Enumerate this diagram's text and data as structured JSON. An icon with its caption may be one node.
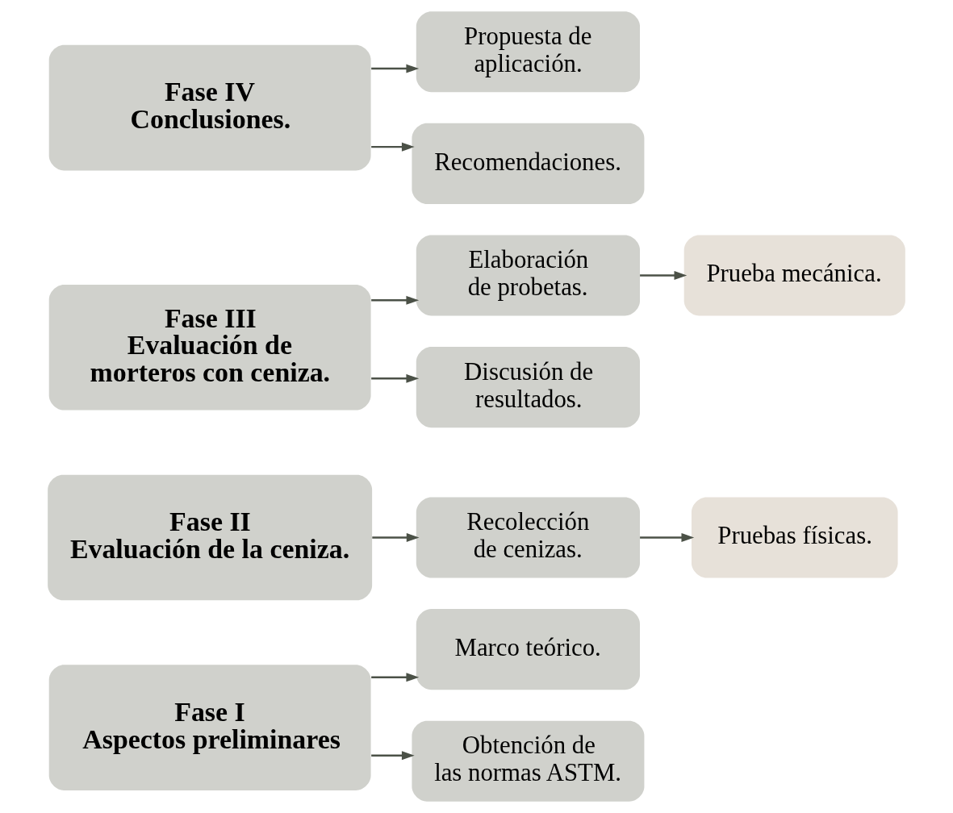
{
  "diagram": {
    "nodes": [
      {
        "text": [
          "Fase I",
          "Aspectos preliminares"
        ]
      },
      {
        "text": [
          "Marco teórico."
        ]
      },
      {
        "text": [
          "Obtención de las normas ASTM."
        ]
      },
      {
        "text": [
          "Fase II",
          "Evaluación de la ceniza."
        ]
      },
      {
        "text": [
          "Recolección de cenizas."
        ]
      },
      {
        "text": [
          "Pruebas físicas."
        ]
      },
      {
        "text": [
          "Fase III",
          "Evaluación de morteros con ceniza."
        ]
      },
      {
        "text": [
          "Elaboración de probetas."
        ]
      },
      {
        "text": [
          "Prueba mecánica."
        ]
      },
      {
        "text": [
          "Discusión de resultados."
        ]
      },
      {
        "text": [
          "Fase IV",
          "Conclusiones."
        ]
      },
      {
        "text": [
          "Propuesta de aplicación."
        ]
      },
      {
        "text": [
          "Recomendaciones."
        ]
      }
    ],
    "edges": [
      {
        "from": 0,
        "to": 1,
        "arrow": "to"
      },
      {
        "from": 0,
        "to": 2,
        "arrow": "to"
      },
      {
        "from": 3,
        "to": 4,
        "arrow": "to"
      },
      {
        "from": 4,
        "to": 5,
        "arrow": "to"
      },
      {
        "from": 6,
        "to": 7,
        "arrow": "to"
      },
      {
        "from": 7,
        "to": 8,
        "arrow": "to"
      },
      {
        "from": 6,
        "to": 9,
        "arrow": "to"
      },
      {
        "from": 10,
        "to": 11,
        "arrow": "to"
      },
      {
        "from": 10,
        "to": 12,
        "arrow": "to"
      }
    ]
  }
}
